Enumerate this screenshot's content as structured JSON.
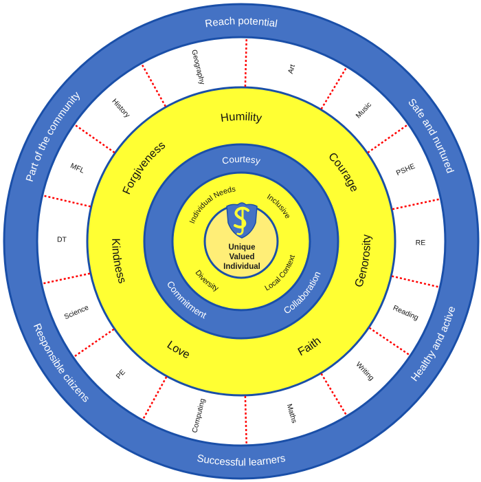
{
  "colors": {
    "ring_blue": "#4472c4",
    "ring_blue_border": "#1a4fa8",
    "ring_yellow": "#ffff33",
    "center_yellow": "#ffee77",
    "divider_red": "#ff0000",
    "dark_text": "#111111",
    "light_text": "#ffffff"
  },
  "outer_ring": {
    "labels": [
      {
        "text": "Reach potential",
        "angle": -90,
        "dir": "cw"
      },
      {
        "text": "Safe and nurtured",
        "angle": -29,
        "dir": "cw"
      },
      {
        "text": "Healthy and active",
        "angle": 28,
        "dir": "ccw"
      },
      {
        "text": "Successful learners",
        "angle": 90,
        "dir": "ccw"
      },
      {
        "text": "Responsible citizens",
        "angle": 146,
        "dir": "ccw"
      },
      {
        "text": "Part of the community",
        "angle": 209,
        "dir": "cw"
      }
    ]
  },
  "subjects": {
    "divider_angles": [
      -88.5,
      -58.8,
      -35,
      -12,
      13,
      34,
      58.8,
      88.5,
      118.9,
      145.4,
      168,
      193,
      215,
      240.7
    ],
    "labels": [
      "Art",
      "Music",
      "PSHE",
      "RE",
      "Reading",
      "Writing",
      "Maths",
      "Computing",
      "PE",
      "Science",
      "DT",
      "MFL",
      "History",
      "Geography"
    ]
  },
  "values_ring": {
    "labels": [
      {
        "text": "Humility",
        "angle": -90,
        "dir": "cw"
      },
      {
        "text": "Courage",
        "angle": -34,
        "dir": "cw"
      },
      {
        "text": "Genorosity",
        "angle": 9,
        "dir": "ccw"
      },
      {
        "text": "Faith",
        "angle": 57,
        "dir": "ccw"
      },
      {
        "text": "Love",
        "angle": 120,
        "dir": "ccw"
      },
      {
        "text": "Kindness",
        "angle": 171,
        "dir": "ccw"
      },
      {
        "text": "Forgiveness",
        "angle": 217,
        "dir": "cw"
      }
    ]
  },
  "middle_ring": {
    "labels": [
      {
        "text": "Courtesy",
        "angle": -90,
        "dir": "cw"
      },
      {
        "text": "Collaboration",
        "angle": 40,
        "dir": "ccw"
      },
      {
        "text": "Commitment",
        "angle": 133,
        "dir": "ccw"
      }
    ]
  },
  "inner_ring": {
    "labels": [
      {
        "text": "Individual Needs",
        "angle": 232,
        "dir": "cw"
      },
      {
        "text": "Inclusive",
        "angle": -43,
        "dir": "cw"
      },
      {
        "text": "Local Context",
        "angle": 39,
        "dir": "ccw"
      },
      {
        "text": "Diversity",
        "angle": 131,
        "dir": "ccw"
      }
    ]
  },
  "center": {
    "logo_text": "SJ",
    "lines": [
      "Unique",
      "Valued",
      "Individual"
    ]
  }
}
